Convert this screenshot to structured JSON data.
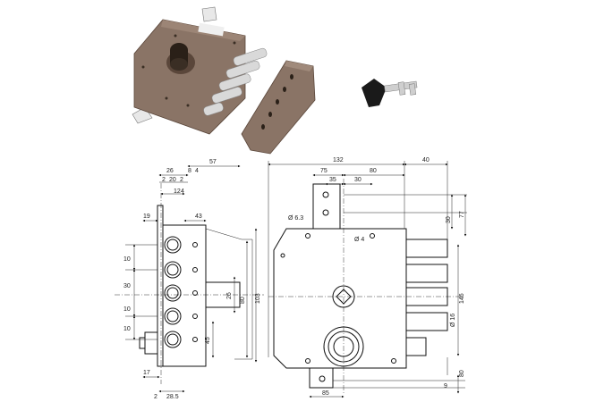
{
  "colors": {
    "body": "#8a7466",
    "bodyDark": "#6b5648",
    "bolt": "#d9d9d9",
    "key": "#1a1a1a",
    "line": "#111111"
  },
  "side": {
    "top": [
      "26",
      "57",
      "2",
      "20",
      "2",
      "8",
      "4",
      "12",
      "4",
      "19",
      "43"
    ],
    "left": [
      "10",
      "30",
      "10",
      "10"
    ],
    "bottom": [
      "17",
      "2",
      "28.5"
    ],
    "inner": [
      "26",
      "45",
      "80",
      "103"
    ]
  },
  "front": {
    "top": [
      "132",
      "75",
      "80",
      "40",
      "35",
      "30"
    ],
    "notes": [
      "Ø 6.3",
      "Ø 4",
      "Ø 16"
    ],
    "right": [
      "30",
      "77",
      "146",
      "9",
      "80"
    ],
    "bottom": [
      "85"
    ]
  }
}
